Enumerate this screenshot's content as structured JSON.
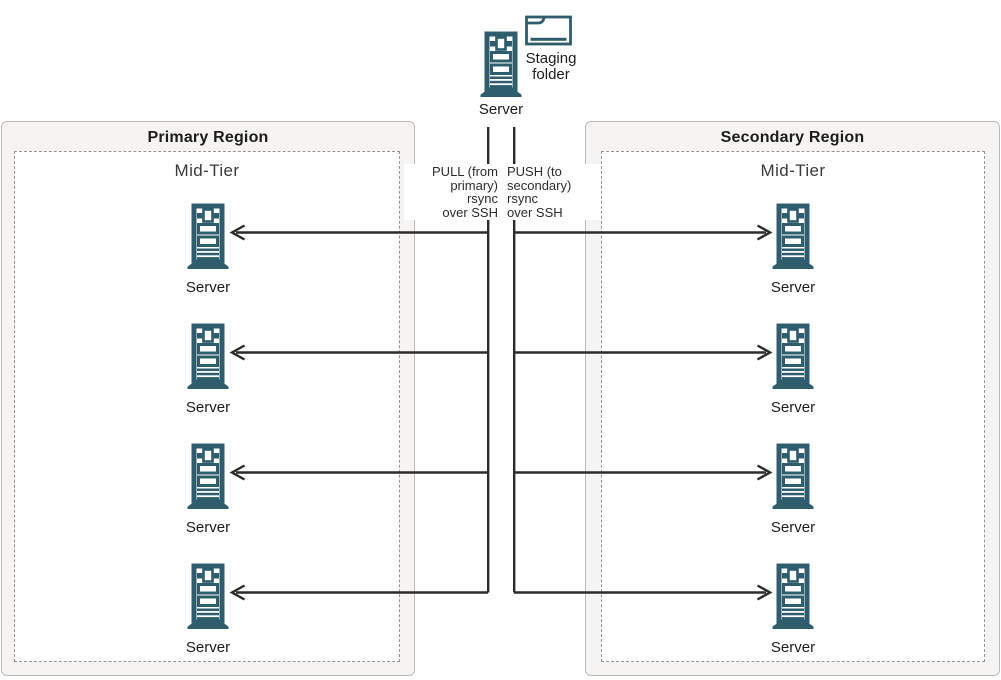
{
  "hub": {
    "server_label": "Server",
    "staging_line1": "Staging",
    "staging_line2": "folder"
  },
  "flows": {
    "pull_lines": [
      "PULL (from",
      "primary)",
      "rsync",
      "over SSH"
    ],
    "push_lines": [
      "PUSH (to",
      "secondary)",
      "rsync",
      "over SSH"
    ]
  },
  "regions": [
    {
      "title": "Primary Region",
      "tier_label": "Mid-Tier",
      "servers": [
        "Server",
        "Server",
        "Server",
        "Server"
      ]
    },
    {
      "title": "Secondary Region",
      "tier_label": "Mid-Tier",
      "servers": [
        "Server",
        "Server",
        "Server",
        "Server"
      ]
    }
  ],
  "colors": {
    "icon_teal": "#2E5E6E",
    "connector": "#2B2B2A",
    "region_background": "#F5F4F2",
    "region_border": "#BEBAB5",
    "dashed_border": "#979592"
  }
}
